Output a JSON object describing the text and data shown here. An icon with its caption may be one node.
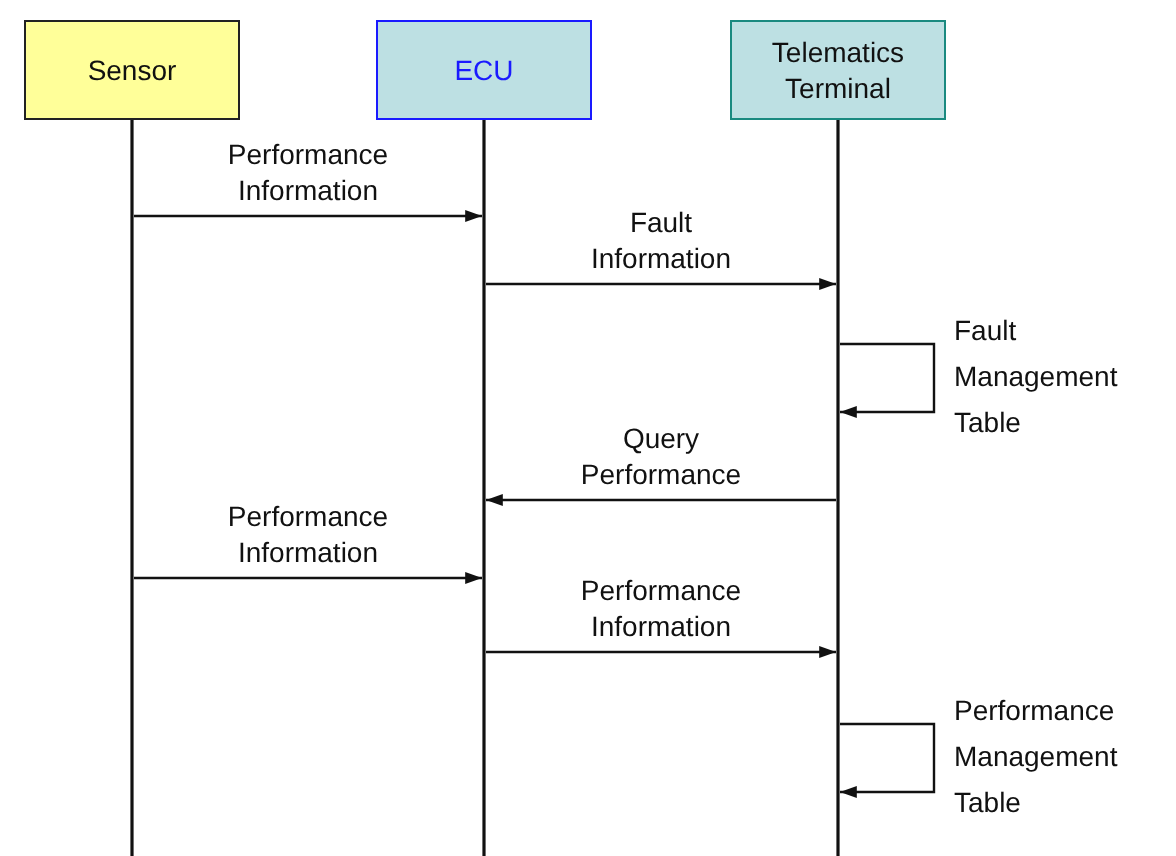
{
  "diagram": {
    "nodes": [
      {
        "text": [
          "Sensor"
        ]
      },
      {
        "text": [
          "ECU"
        ]
      },
      {
        "text": [
          "Telematics Terminal"
        ]
      }
    ],
    "edges": [
      {
        "from": 0,
        "to": 1,
        "arrow": "to",
        "label": "Performance Information"
      },
      {
        "from": 1,
        "to": 2,
        "arrow": "to",
        "label": "Fault Information"
      },
      {
        "from": 2,
        "to": 2,
        "arrow": "to",
        "label": "Fault Management Table"
      },
      {
        "from": 2,
        "to": 1,
        "arrow": "to",
        "label": "Query Performance"
      },
      {
        "from": 0,
        "to": 1,
        "arrow": "to",
        "label": "Performance Information"
      },
      {
        "from": 1,
        "to": 2,
        "arrow": "to",
        "label": "Performance Information"
      },
      {
        "from": 2,
        "to": 2,
        "arrow": "to",
        "label": "Performance Management Table"
      }
    ]
  }
}
